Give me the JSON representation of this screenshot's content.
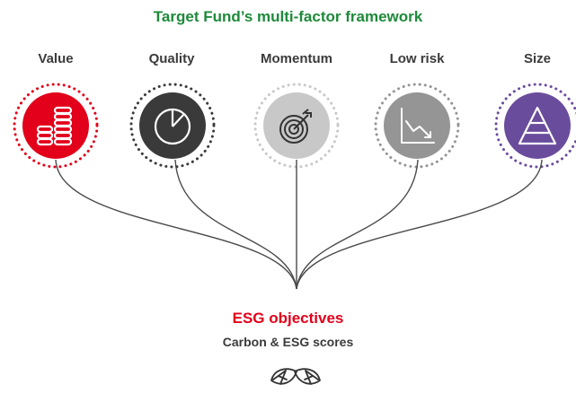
{
  "header": {
    "title": "Target Fund’s multi-factor framework"
  },
  "factors": [
    {
      "label": "Value",
      "icon": "coin-stacks-icon",
      "color": "#e2001a"
    },
    {
      "label": "Quality",
      "icon": "pie-chart-icon",
      "color": "#3a3a3a"
    },
    {
      "label": "Momentum",
      "icon": "target-arrow-icon",
      "color": "#c8c8c8"
    },
    {
      "label": "Low risk",
      "icon": "declining-chart-icon",
      "color": "#959595"
    },
    {
      "label": "Size",
      "icon": "pyramid-icon",
      "color": "#6a4c9c"
    }
  ],
  "objectives": {
    "title": "ESG objectives",
    "subtitle": "Carbon & ESG scores",
    "icon": "leaves-icon"
  },
  "colors": {
    "title_green": "#1e8a3a",
    "esg_red": "#e2001a",
    "line_gray": "#4a4a4a"
  }
}
